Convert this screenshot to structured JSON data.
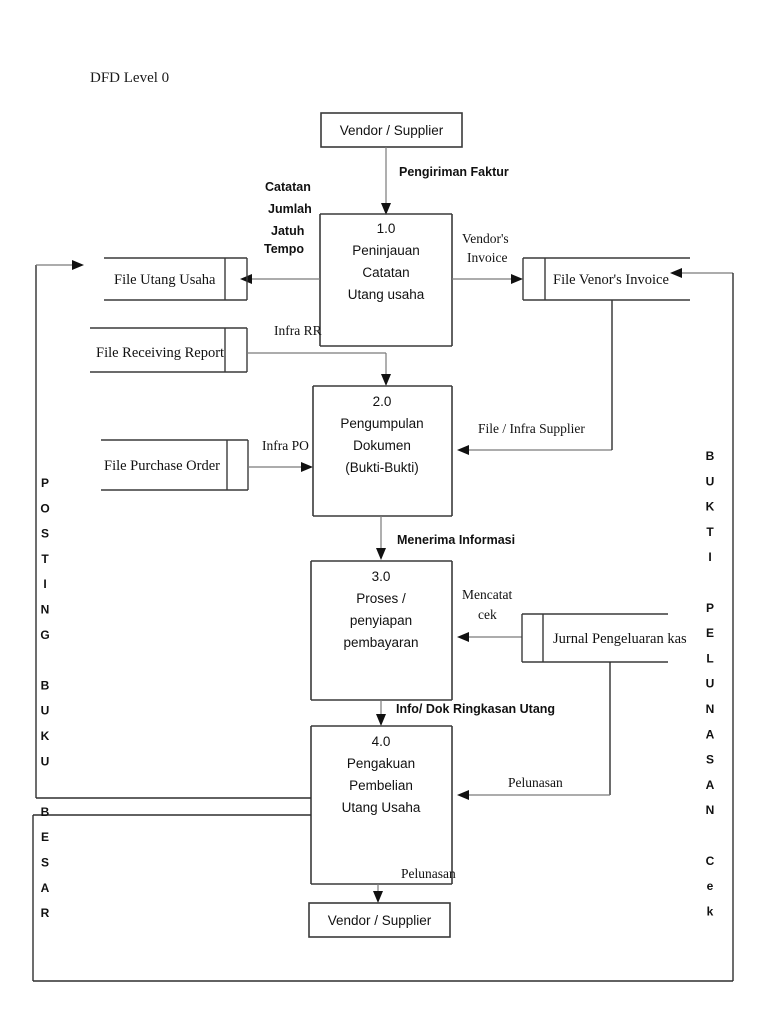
{
  "page": {
    "title": "DFD Level 0"
  },
  "entities": [
    {
      "id": "vendor-top",
      "label": "Vendor / Supplier"
    },
    {
      "id": "vendor-bottom",
      "label": "Vendor / Supplier"
    }
  ],
  "processes": [
    {
      "id": "process-1",
      "number": "1.0",
      "lines": [
        "Peninjauan",
        "Catatan",
        "Utang usaha"
      ]
    },
    {
      "id": "process-2",
      "number": "2.0",
      "lines": [
        "Pengumpulan",
        "Dokumen",
        "(Bukti-Bukti)"
      ]
    },
    {
      "id": "process-3",
      "number": "3.0",
      "lines": [
        "Proses /",
        "penyiapan",
        "pembayaran"
      ]
    },
    {
      "id": "process-4",
      "number": "4.0",
      "lines": [
        "Pengakuan",
        "Pembelian",
        "Utang Usaha"
      ]
    }
  ],
  "datastores": [
    {
      "id": "store-utang-usaha",
      "label": "File Utang Usaha"
    },
    {
      "id": "store-receiving-report",
      "label": "File Receiving Report"
    },
    {
      "id": "store-purchase-order",
      "label": "File Purchase Order"
    },
    {
      "id": "store-vendors-invoice",
      "label": "File Venor's Invoice"
    },
    {
      "id": "store-jurnal-kas",
      "label": "Jurnal Pengeluaran kas"
    }
  ],
  "flows": [
    {
      "id": "flow-pengiriman-faktur",
      "label": "Pengiriman Faktur",
      "style": "bold"
    },
    {
      "id": "flow-catatan-jumlah",
      "label": "Catatan",
      "style": "bold"
    },
    {
      "id": "flow-catatan-jumlah-2",
      "label": "Jumlah",
      "style": "bold"
    },
    {
      "id": "flow-catatan-jumlah-3",
      "label": "Jatuh",
      "style": "bold"
    },
    {
      "id": "flow-catatan-jumlah-4",
      "label": "Tempo",
      "style": "bold"
    },
    {
      "id": "flow-vendors-invoice-1",
      "label": "Vendor's",
      "style": "serif"
    },
    {
      "id": "flow-vendors-invoice-2",
      "label": "Invoice",
      "style": "serif"
    },
    {
      "id": "flow-infra-rr",
      "label": "Infra RR",
      "style": "serif"
    },
    {
      "id": "flow-infra-po",
      "label": "Infra PO",
      "style": "serif"
    },
    {
      "id": "flow-file-infra-supplier",
      "label": "File / Infra Supplier",
      "style": "serif"
    },
    {
      "id": "flow-menerima-informasi",
      "label": "Menerima Informasi",
      "style": "bold"
    },
    {
      "id": "flow-mencatat-1",
      "label": "Mencatat",
      "style": "serif"
    },
    {
      "id": "flow-mencatat-2",
      "label": "cek",
      "style": "serif"
    },
    {
      "id": "flow-info-dok",
      "label": "Info/ Dok Ringkasan Utang",
      "style": "bold"
    },
    {
      "id": "flow-pelunasan-right",
      "label": "Pelunasan",
      "style": "serif"
    },
    {
      "id": "flow-pelunasan-bottom",
      "label": "Pelunasan",
      "style": "serif"
    }
  ],
  "vertical_labels": {
    "left": {
      "id": "label-posting-buku-besar",
      "text": "POSTING BUKU BESAR",
      "letters": [
        "P",
        "O",
        "S",
        "T",
        "I",
        "N",
        "G",
        "",
        "B",
        "U",
        "K",
        "U",
        "",
        "B",
        "E",
        "S",
        "A",
        "R"
      ]
    },
    "right": {
      "id": "label-bukti-pelunasan-cek",
      "text": "BUKTI PELUNASAN Cek",
      "letters": [
        "B",
        "U",
        "K",
        "T",
        "I",
        "",
        "P",
        "E",
        "L",
        "U",
        "N",
        "A",
        "S",
        "A",
        "N",
        "",
        "C",
        "e",
        "k"
      ]
    }
  },
  "colors": {
    "background": "#ffffff",
    "box_stroke": "#3a3a3a",
    "flow_stroke": "#7a7a7a",
    "text": "#111111"
  }
}
